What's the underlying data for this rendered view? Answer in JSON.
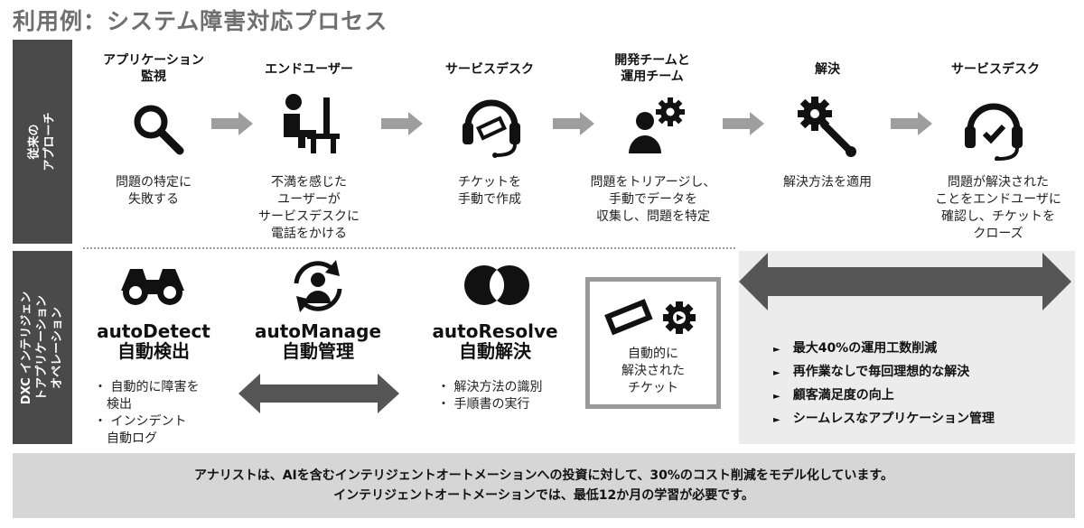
{
  "title": "利用例：システム障害対応プロセス",
  "sidebar": {
    "traditional": "従来の\nアプローチ",
    "dxc": "DXC インテリジェン\nトアプリケーション\nオペレーション"
  },
  "steps": [
    {
      "heading": "アプリケーション\n監視",
      "icon": "magnifier-icon",
      "desc": "問題の特定に\n失敗する"
    },
    {
      "heading": "エンドユーザー",
      "icon": "user-at-computer-icon",
      "desc": "不満を感じた\nユーザーが\nサービスデスクに\n電話をかける"
    },
    {
      "heading": "サービスデスク",
      "icon": "headset-ticket-icon",
      "desc": "チケットを\n手動で作成"
    },
    {
      "heading": "開発チームと\n運用チーム",
      "icon": "person-gear-icon",
      "desc": "問題をトリアージし、\n手動でデータを\n収集し、問題を特定"
    },
    {
      "heading": "解決",
      "icon": "gear-wrench-icon",
      "desc": "解決方法を適用"
    },
    {
      "heading": "サービスデスク",
      "icon": "headset-check-icon",
      "desc": "問題が解決された\nことをエンドユーザに\n確認し、チケットを\nクローズ"
    }
  ],
  "products": [
    {
      "name": "autoDetect\n自動検出",
      "icon": "binoculars-icon"
    },
    {
      "name": "autoManage\n自動管理",
      "icon": "person-cycle-icon"
    },
    {
      "name": "autoResolve\n自動解決",
      "icon": "overlapping-circles-icon"
    }
  ],
  "detect_bullets": [
    "・ 自動的に障害を\n　検出",
    "・ インシデント\n　自動ログ"
  ],
  "resolve_bullets": [
    "・ 解決方法の識別",
    "・ 手順書の実行"
  ],
  "ticket_box": "自動的に\n解決された\nチケット",
  "benefits": [
    "最大40%の運用工数削減",
    "再作業なしで毎回理想的な解決",
    "顧客満足度の向上",
    "シームレスなアプリケーション管理"
  ],
  "bullet_symbol": "►",
  "footer": {
    "line1": "アナリストは、AIを含むインテリジェントオートメーションへの投資に対して、30%のコスト削減をモデル化しています。",
    "line2": "インテリジェントオートメーションでは、最低12か月の学習が必要です。"
  },
  "colors": {
    "sidebar": "#4a4a4a",
    "arrow": "#9e9e9e",
    "double_arrow": "#555555",
    "footer_bg": "#d6d6d6",
    "benefit_bg": "#ececec"
  }
}
